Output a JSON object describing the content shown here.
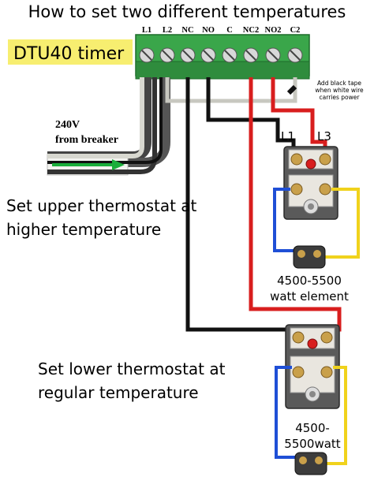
{
  "title": "How to set two different temperatures",
  "device_label": "DTU40 timer",
  "terminals": [
    "L1",
    "L2",
    "NC",
    "NO",
    "C",
    "NC2",
    "NO2",
    "C2"
  ],
  "tape_note": [
    "Add black tape",
    "when white wire",
    "carries power"
  ],
  "supply_label": [
    "240V",
    "from breaker"
  ],
  "upper_instruction": [
    "Set upper thermostat at",
    "higher temperature"
  ],
  "lower_instruction": [
    "Set lower thermostat at",
    "regular temperature"
  ],
  "thermostat_terminals": [
    "L1",
    "L3"
  ],
  "upper_element_label": [
    "4500-5500",
    "watt element"
  ],
  "lower_element_label": [
    "4500-",
    "5500watt"
  ],
  "colors": {
    "timer_body": "#3aa64a",
    "timer_label_bg": "#f7ee70",
    "hot_wire": "#111111",
    "red_wire": "#d81e1e",
    "neutral_wire": "#c8c8c0",
    "yellow_wire": "#f0d21c",
    "blue_wire": "#1f4fd6",
    "arrow": "#1aae3a"
  }
}
